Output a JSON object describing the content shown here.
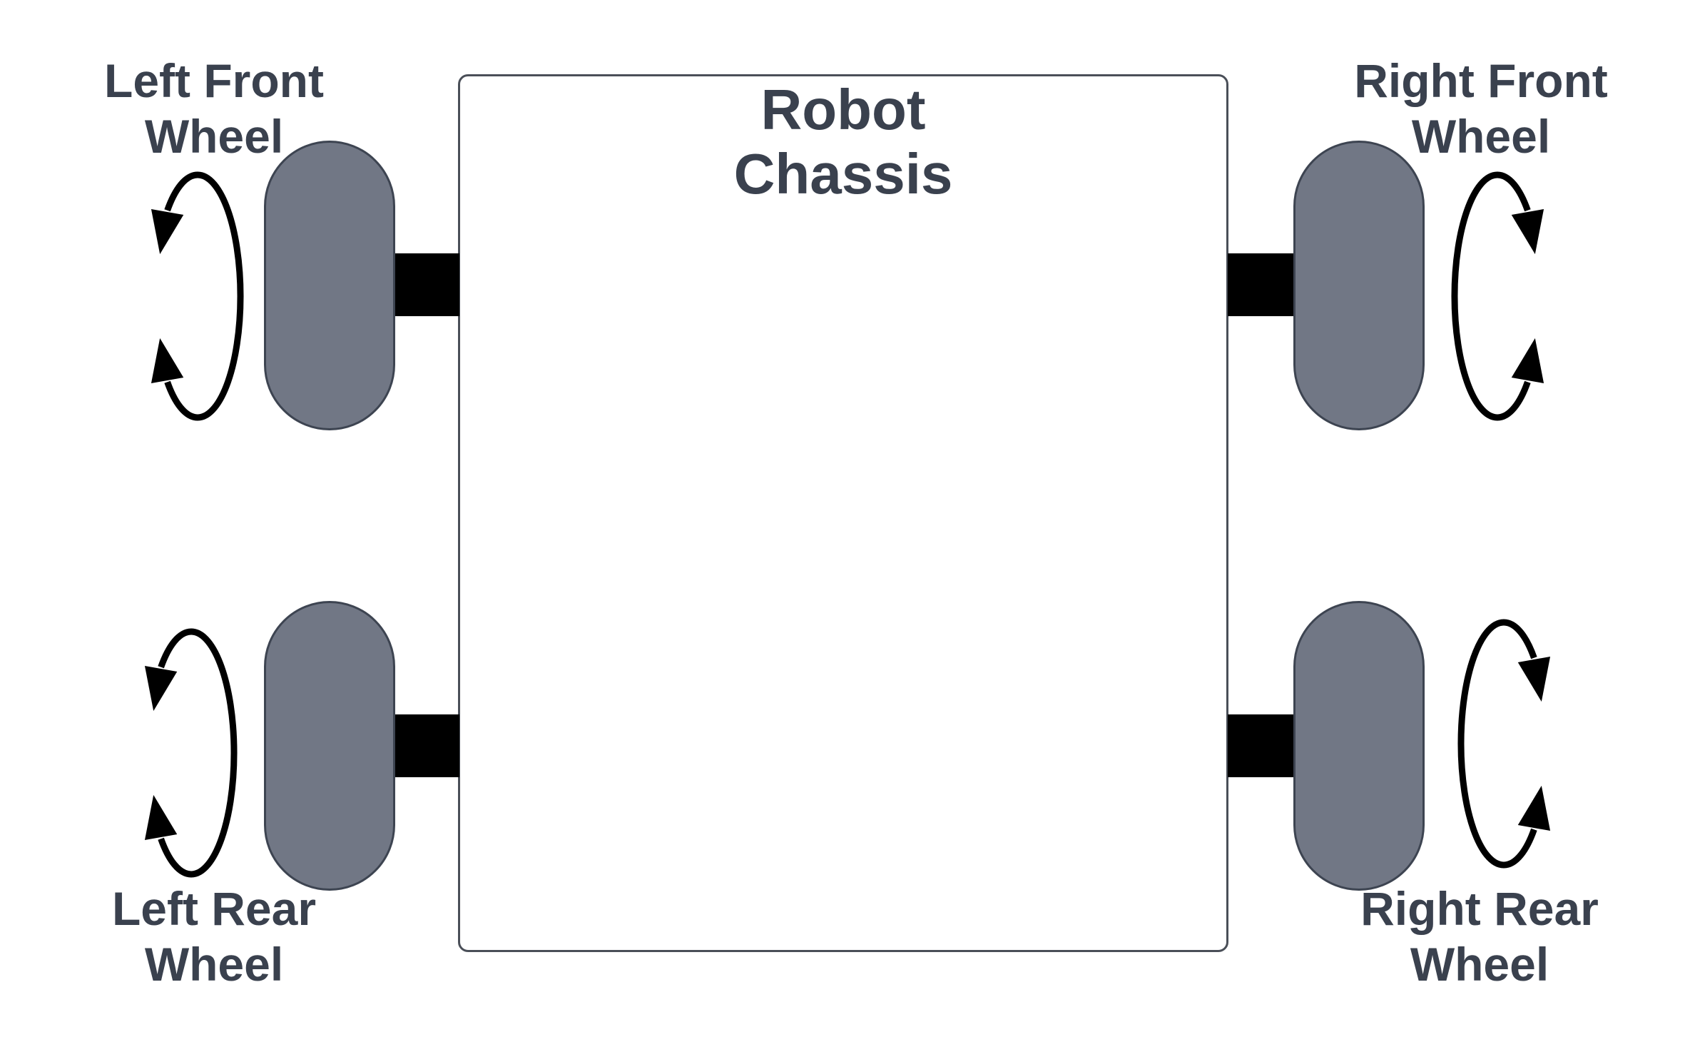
{
  "chassis": {
    "title": "Robot\nChassis"
  },
  "wheels": {
    "left_front": {
      "label": "Left Front\nWheel"
    },
    "right_front": {
      "label": "Right Front\nWheel"
    },
    "left_rear": {
      "label": "Left Rear\nWheel"
    },
    "right_rear": {
      "label": "Right Rear\nWheel"
    }
  },
  "icons": {
    "rotation_arrow": "curved-double-headed-rotation-arrow"
  },
  "colors": {
    "background": "#ffffff",
    "wheel_fill": "#717785",
    "wheel_border": "#3d4451",
    "chassis_fill": "#ffffff",
    "chassis_border": "#4a4f58",
    "axle": "#000000",
    "arrow": "#000000",
    "text": "#3a414e"
  }
}
